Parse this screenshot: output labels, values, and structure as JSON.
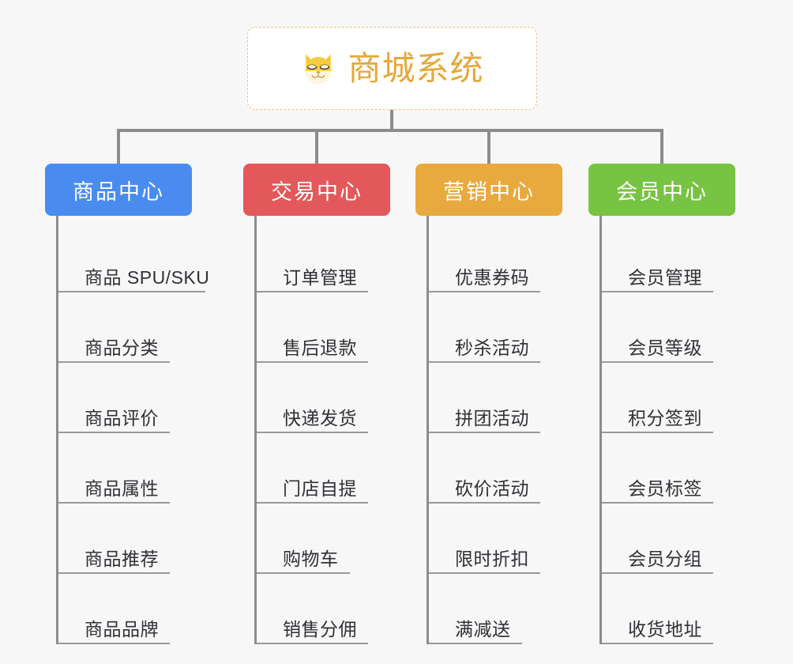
{
  "background_color": "#f7f7f7",
  "root": {
    "icon": "shiba-dog-face-emoji",
    "title": "商城系统",
    "title_color": "#e5a83c",
    "border_color": "#eec07a",
    "fill_color": "#ffffff"
  },
  "connector_color": "#8c8c8c",
  "columns": [
    {
      "header": "商品中心",
      "color": "#4a8bf0",
      "items": [
        "商品 SPU/SKU",
        "商品分类",
        "商品评价",
        "商品属性",
        "商品推荐",
        "商品品牌"
      ]
    },
    {
      "header": "交易中心",
      "color": "#e3585a",
      "items": [
        "订单管理",
        "售后退款",
        "快递发货",
        "门店自提",
        "购物车",
        "销售分佣"
      ]
    },
    {
      "header": "营销中心",
      "color": "#e8a93e",
      "items": [
        "优惠券码",
        "秒杀活动",
        "拼团活动",
        "砍价活动",
        "限时折扣",
        "满减送"
      ]
    },
    {
      "header": "会员中心",
      "color": "#77c342",
      "items": [
        "会员管理",
        "会员等级",
        "积分签到",
        "会员标签",
        "会员分组",
        "收货地址"
      ]
    }
  ]
}
